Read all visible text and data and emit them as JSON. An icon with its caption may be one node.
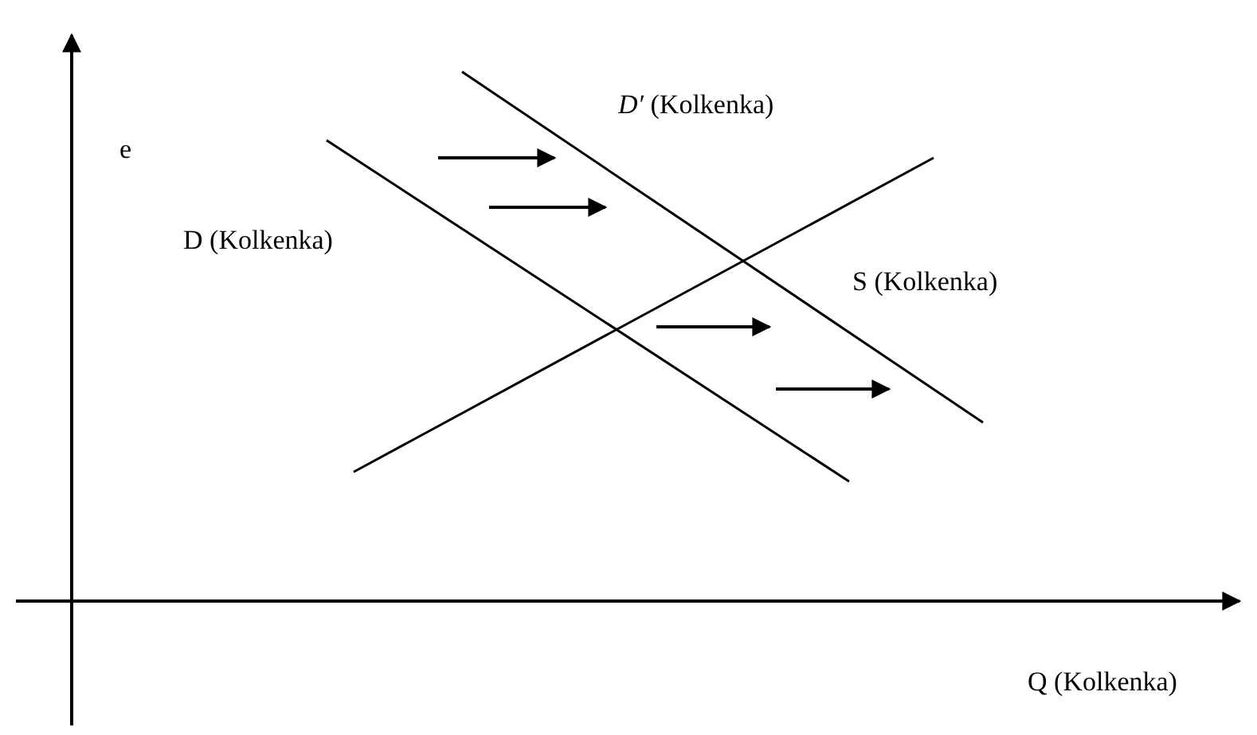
{
  "diagram": {
    "labels": [
      "*D′* (Kolkenka)",
      "e",
      "D (Kolkenka)",
      "S (Kolkenka)",
      "Q (Kolkenka)"
    ]
  }
}
